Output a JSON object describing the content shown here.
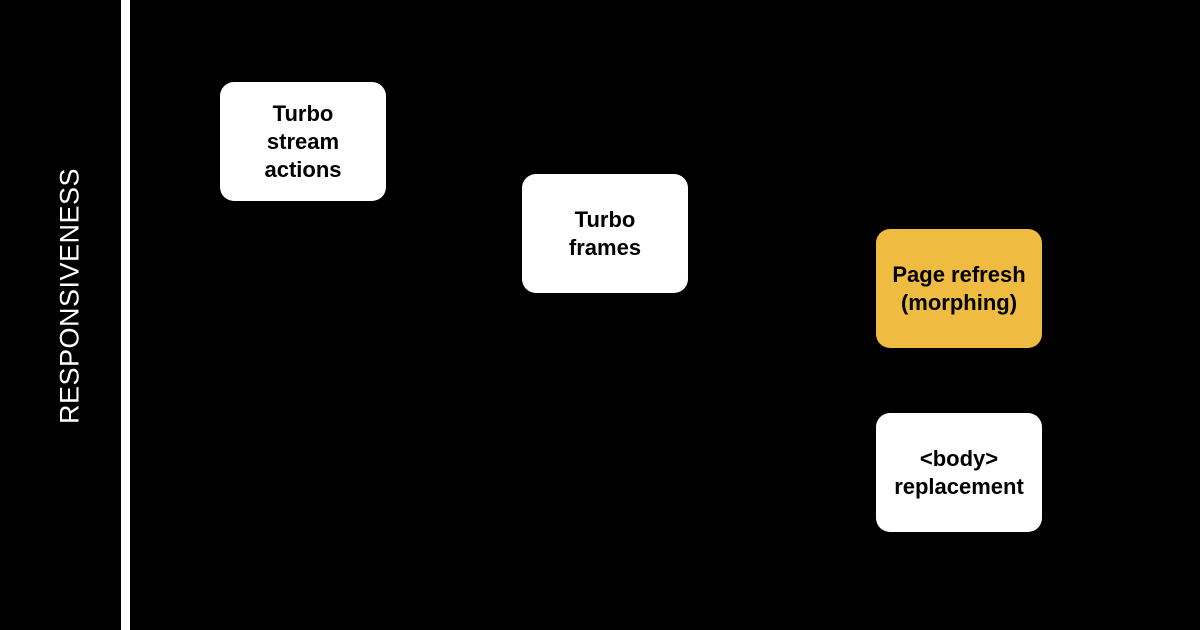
{
  "axis": {
    "label": "RESPONSIVENESS"
  },
  "colors": {
    "background": "#000000",
    "axis": "#ffffff",
    "box_default": "#ffffff",
    "box_highlight": "#f0bb41",
    "text": "#000000"
  },
  "boxes": [
    {
      "label": "Turbo\nstream\nactions",
      "highlighted": false
    },
    {
      "label": "Turbo\nframes",
      "highlighted": false
    },
    {
      "label": "Page refresh\n(morphing)",
      "highlighted": true
    },
    {
      "label": "<body>\nreplacement",
      "highlighted": false
    }
  ]
}
